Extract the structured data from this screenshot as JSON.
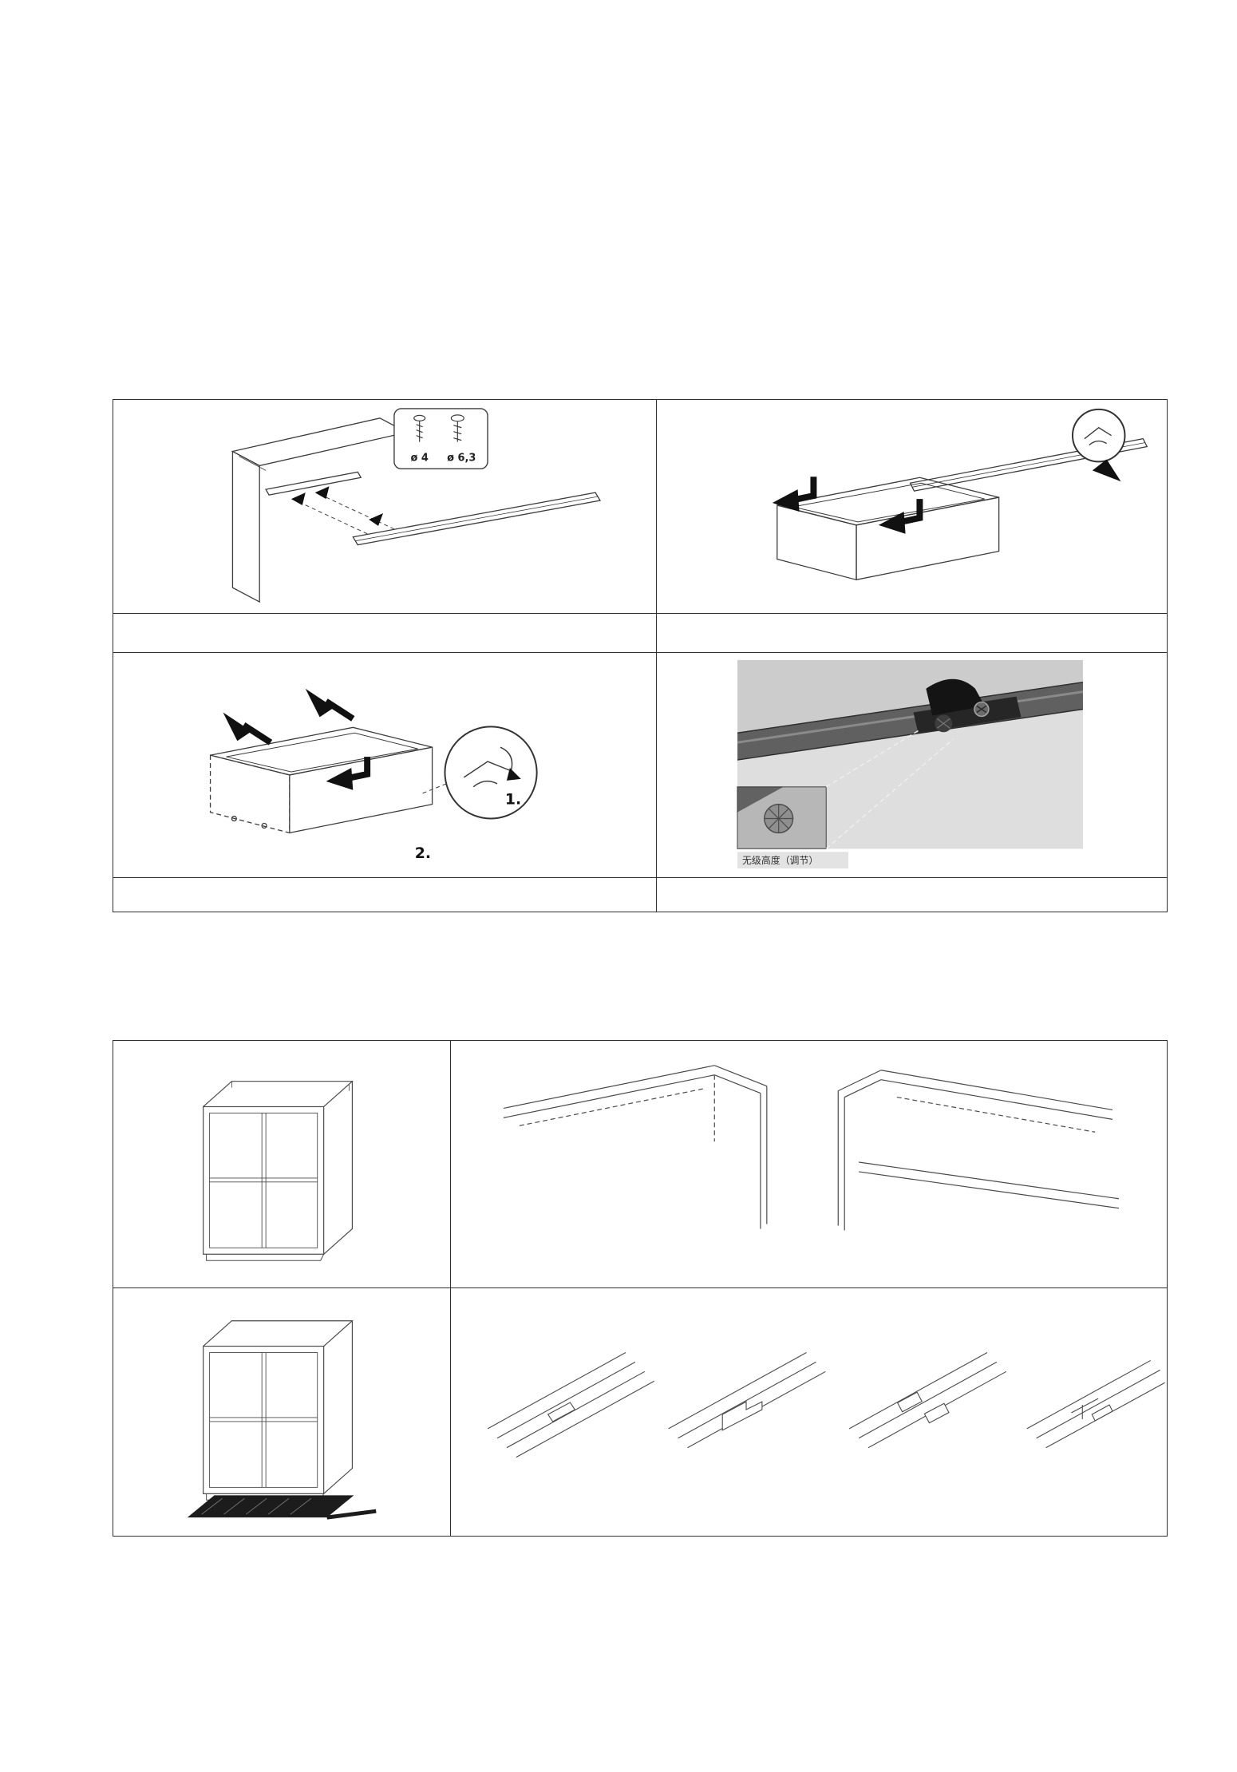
{
  "instructions": {
    "screw_size_small": "ø 4",
    "screw_size_large": "ø 6,3",
    "step_one": "1.",
    "step_two": "2.",
    "caption_height_adjust": "无级高度（调节）"
  },
  "colors": {
    "page_background": "#ffffff",
    "table_border": "#2f2f2f",
    "line": "#3c3c3c",
    "bold_arrow": "#111111",
    "photo_background": "#cccccc",
    "rail_dark": "#1c1c1c"
  }
}
